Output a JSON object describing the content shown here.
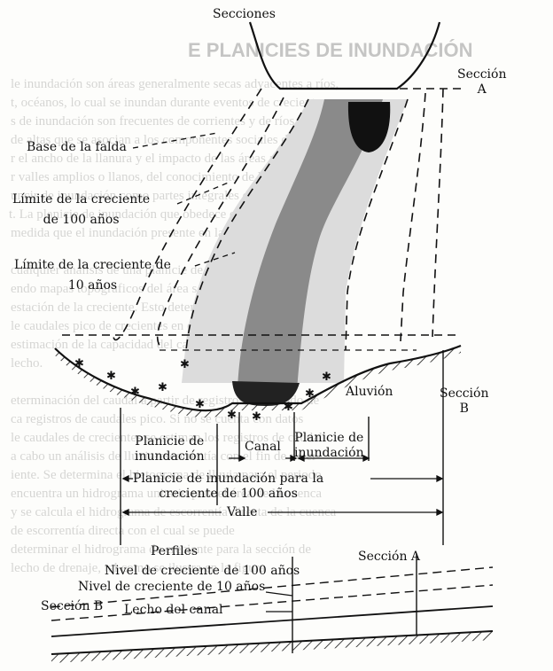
{
  "background_page": {
    "heading": "E PLANICIES DE INUNDACIÓN",
    "lines": [
      "le inundación son áreas generalmente secas adyacentes a ríos,",
      "t, océanos, lo cual se inundan durante eventos de crecientes.",
      "s de inundación son frecuentes de corrientes y de ríos y",
      "de altas que se asocian a los componentes sociales de",
      "r el ancho de la llanura y el impacto de las áreas amplias lo",
      "r valles amplios o llanos, del conocimiento de la planicie",
      "uncir de inundación como partes integrales del ecosistema",
      "t. La planicie de inundación que obedece el caudal que excede la",
      "medida que el inundación presente en la llanura.",
      "",
      "cualquier análisis de una planicie de inundación es necesa-",
      "endo mapas topográficos del área sobre líneas de cre-",
      "estación de la creciente. Esto determina la frecuencia",
      "le caudales pico de crecientes en diversas secciones trans-",
      "estimación de la capacidad del canal en los tramos",
      "lecho.",
      "",
      "eterminación del caudal a partir de registros, el método de",
      "ca registros de caudales pico. Si no se cuenta con datos",
      "le caudales de crecientes se estiman los registros de caudal",
      "a cabo un análisis de lluvia-escorrentía con el fin de deter-",
      "iente. Se determina el hietograma de lluvia para el periodo",
      "encuentra un hidrograma unitario para el área de la cuenca",
      "y se calcula el hidrograma de escorrentía directa de la cuenca",
      "de escorrentía directa con el cual se puede",
      "determinar el hidrograma de creciente para la sección de",
      "lecho de drenaje, tal como se ilustra en la figura"
    ]
  },
  "diagram": {
    "labels": {
      "secciones": "Secciones",
      "seccion_a_top": "Sección\nA",
      "base_falda": "Base de la falda",
      "limite_100": "Límite de la creciente\nde 100 años",
      "limite_10": "Límite de la creciente de\n10 años",
      "aluvion": "Aluvión",
      "seccion_b_mid": "Sección\nB",
      "planicie_left": "Planicie de\ninundación",
      "canal": "Canal",
      "planicie_right": "Planicie de\ninundación",
      "planicie_100": "Planicie de inundación para la\ncreciente de 100 años",
      "valle": "Valle",
      "perfiles": "Perfiles",
      "seccion_a_bottom": "Sección A",
      "nivel_100": "Nivel de creciente de 100 años",
      "nivel_10": "Nivel de creciente de 10 años",
      "seccion_b_bottom": "Sección B",
      "lecho": "Lecho del canal"
    },
    "colors": {
      "ink": "#111111",
      "flood_10": "#dcdcdc",
      "channel": "#8a8a8a",
      "deep_pool": "#111111"
    }
  }
}
